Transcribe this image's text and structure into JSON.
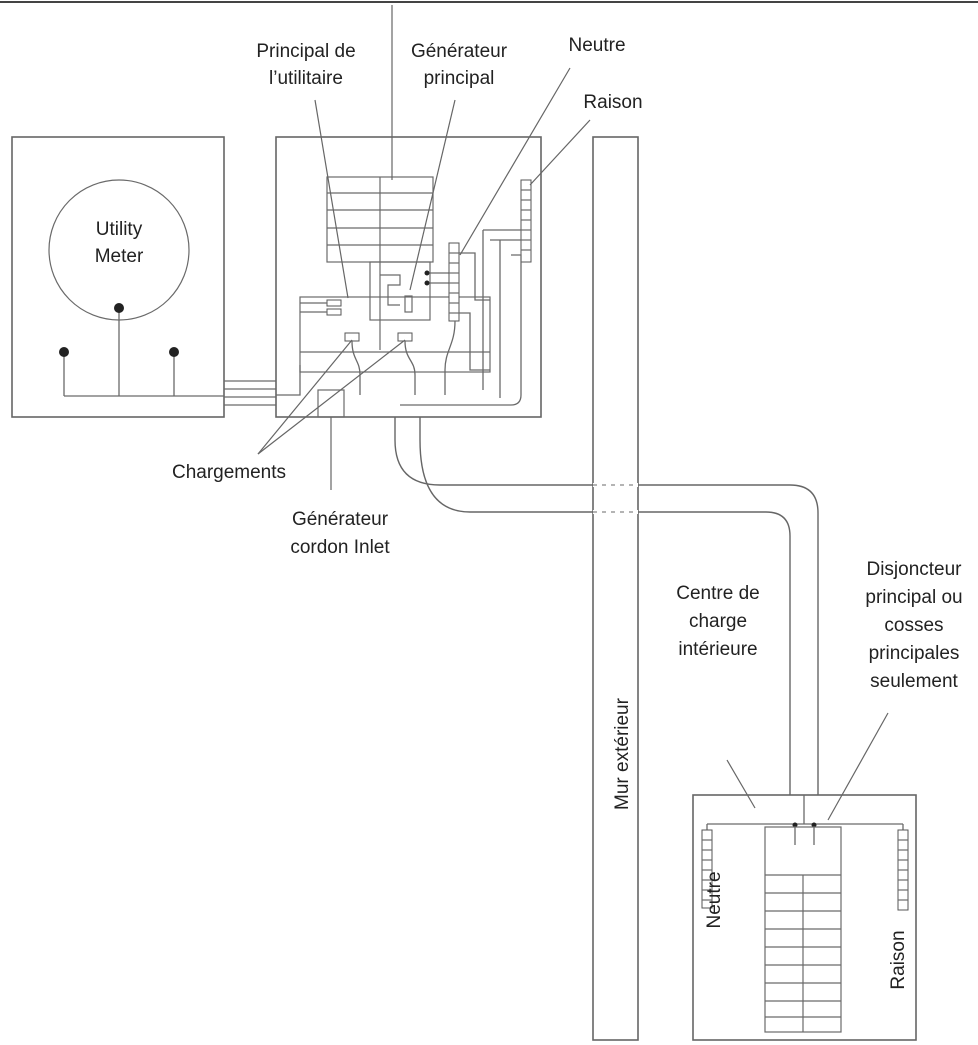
{
  "labels": {
    "utility_meter_line1": "Utility",
    "utility_meter_line2": "Meter",
    "utility_main_line1": "Principal de",
    "utility_main_line2": "l’utilitaire",
    "generator_main_line1": "Générateur",
    "generator_main_line2": "principal",
    "neutral_top": "Neutre",
    "ground_top": "Raison",
    "loads": "Chargements",
    "generator_inlet_line1": "Générateur",
    "generator_inlet_line2": "cordon Inlet",
    "exterior_wall": "Mur extérieur",
    "load_center_line1": "Centre de",
    "load_center_line2": "charge",
    "load_center_line3": "intérieure",
    "main_breaker_line1": "Disjoncteur",
    "main_breaker_line2": "principal ou",
    "main_breaker_line3": "cosses",
    "main_breaker_line4": "principales",
    "main_breaker_line5": "seulement",
    "neutral_bottom": "Neutre",
    "ground_bottom": "Raison"
  },
  "colors": {
    "line": "#666666",
    "text": "#222222",
    "background": "#ffffff"
  }
}
